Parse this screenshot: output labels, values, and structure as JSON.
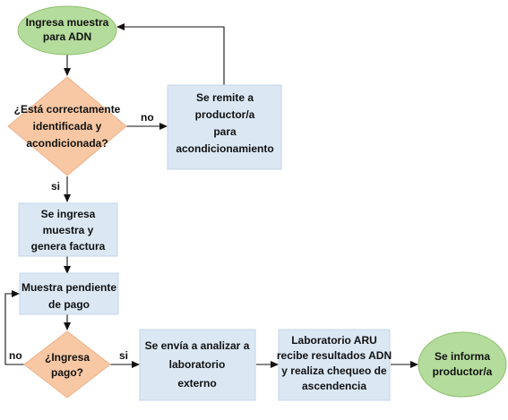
{
  "colors": {
    "terminal_fill": "#b4dc9c",
    "terminal_stroke": "#8fc06e",
    "process_fill": "#dbe8f4",
    "process_stroke": "#c3d6ea",
    "decision_fill": "#f8c8a4",
    "decision_stroke": "#eeb28a",
    "arrow": "#111111",
    "text": "#111111"
  },
  "nodes": {
    "start": {
      "lines": [
        "Ingresa muestra",
        "para ADN"
      ]
    },
    "check_identified": {
      "lines": [
        "¿Está correctamente",
        "identificada y",
        "acondicionada?"
      ]
    },
    "return_producer": {
      "lines": [
        "Se remite a",
        "productor/a",
        "para",
        "acondicionamiento"
      ]
    },
    "register_sample": {
      "lines": [
        "Se ingresa",
        "muestra y",
        "genera factura"
      ]
    },
    "pending_payment": {
      "lines": [
        "Muestra pendiente",
        "de pago"
      ]
    },
    "check_payment": {
      "lines": [
        "¿Ingresa",
        "pago?"
      ]
    },
    "send_lab": {
      "lines": [
        "Se envía a analizar a",
        "laboratorio",
        "externo"
      ]
    },
    "lab_results": {
      "lines": [
        "Laboratorio ARU",
        "recibe resultados ADN",
        "y realiza chequeo de",
        "ascendencia"
      ]
    },
    "end": {
      "lines": [
        "Se informa",
        "productor/a"
      ]
    }
  },
  "edges": {
    "no_identified": "no",
    "yes_identified": "si",
    "no_payment": "no",
    "yes_payment": "si"
  }
}
